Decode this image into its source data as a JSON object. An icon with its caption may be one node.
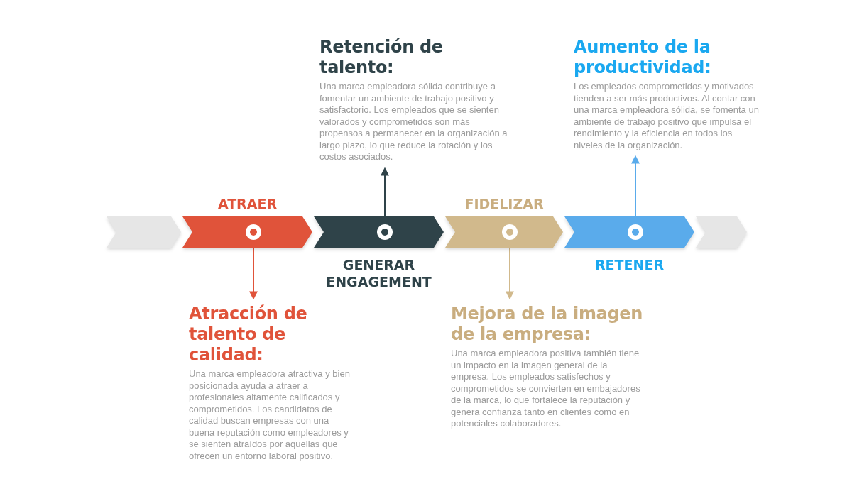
{
  "diagram": {
    "nodes": [
      {
        "text": [
          "Retención de talento:",
          "Una marca empleadora sólida contribuye a fomentar un ambiente de trabajo positivo y satisfactorio. Los empleados que se sienten valorados y comprometidos son más propensos a permanecer en la organización a largo plazo, lo que reduce la rotación y los costos asociados."
        ]
      },
      {
        "text": [
          "Aumento de la productividad:",
          "Los empleados comprometidos y motivados tienden a ser más productivos. Al contar con una marca empleadora sólida, se fomenta un ambiente de trabajo positivo que impulsa el rendimiento y la eficiencia en todos los niveles de la organización."
        ]
      },
      {
        "text": [],
        "shape": "chevron"
      },
      {
        "text": [
          "ATRAER"
        ]
      },
      {
        "text": [
          "GENERAR ENGAGEMENT"
        ]
      },
      {
        "text": [
          "FIDELIZAR"
        ]
      },
      {
        "text": [
          "RETENER"
        ]
      },
      {
        "text": [],
        "shape": "chevron"
      },
      {
        "text": [
          "Atracción de talento de calidad:",
          "Una marca empleadora atractiva y bien posicionada ayuda a atraer a profesionales altamente calificados y comprometidos. Los candidatos de calidad buscan empresas con una buena reputación como empleadores y se sienten atraídos por aquellas que ofrecen un entorno laboral positivo."
        ]
      },
      {
        "text": [
          "Mejora de la imagen de la empresa:",
          "Una marca empleadora positiva también tiene un impacto en la imagen general de la empresa. Los empleados satisfechos y comprometidos se convierten en embajadores de la marca, lo que fortalece la reputación y genera confianza tanto en clientes como en potenciales colaboradores."
        ]
      }
    ],
    "edges": [
      {
        "from": 3,
        "to": 8,
        "arrow": "to",
        "color": "#e0533a"
      },
      {
        "from": 4,
        "to": 0,
        "arrow": "to",
        "color": "#2f4349"
      },
      {
        "from": 5,
        "to": 9,
        "arrow": "to",
        "color": "#d1b98c"
      },
      {
        "from": 6,
        "to": 1,
        "arrow": "to",
        "color": "#5aabeb"
      }
    ]
  }
}
